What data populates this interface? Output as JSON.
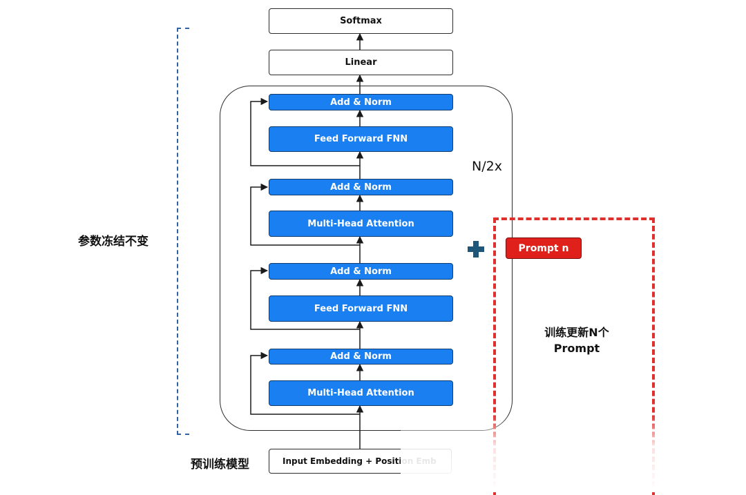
{
  "blocks": {
    "softmax": "Softmax",
    "linear": "Linear",
    "add_norm_1": "Add & Norm",
    "ffn_1": "Feed Forward FNN",
    "add_norm_2": "Add & Norm",
    "mha_1": "Multi-Head Attention",
    "add_norm_3": "Add & Norm",
    "ffn_2": "Feed Forward FNN",
    "add_norm_4": "Add & Norm",
    "mha_2": "Multi-Head Attention",
    "input": "Input Embedding + Position Emb"
  },
  "labels": {
    "repeat": "N/2x",
    "frozen": "参数冻结不变",
    "pretrained": "预训练模型",
    "train_line1": "训练更新N个",
    "train_line2": "Prompt"
  },
  "prompt": {
    "label": "Prompt n"
  },
  "colors": {
    "block_blue": "#1a7ff0",
    "prompt_red": "#e0201b",
    "dashed_red": "#e0302e",
    "bracket_blue": "#2d62a6",
    "plus_teal": "#1f5577"
  }
}
